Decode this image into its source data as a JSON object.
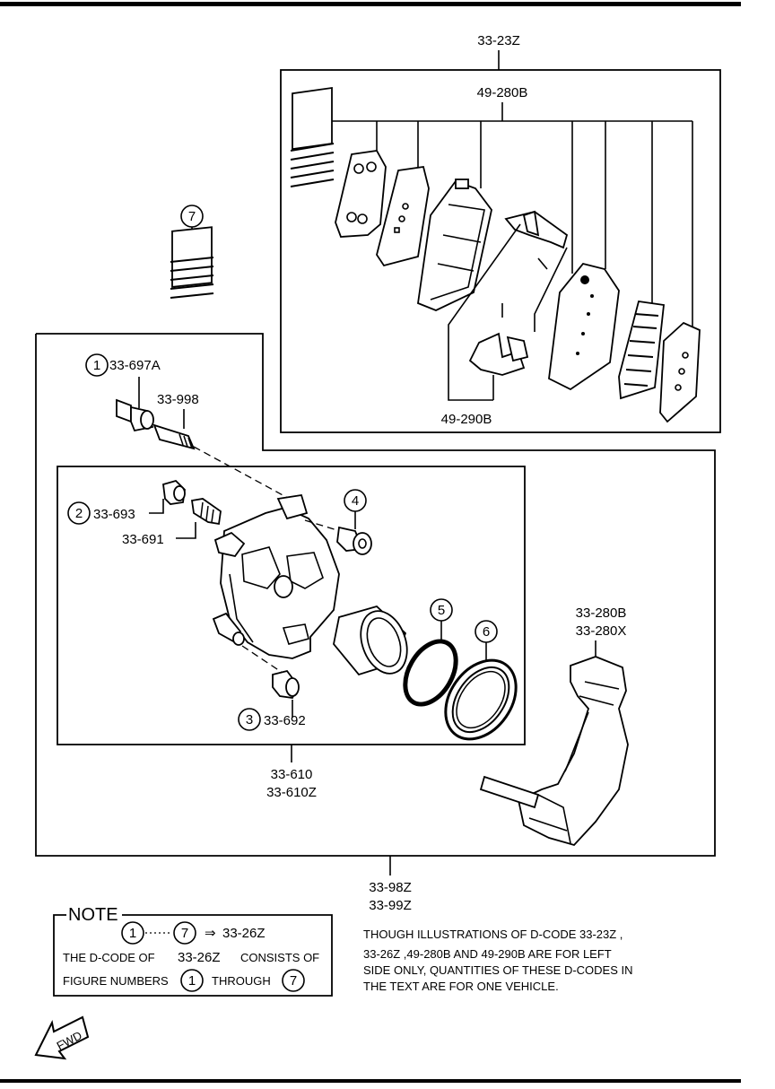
{
  "labels": {
    "top_kit": "33-23Z",
    "pads": "49-280B",
    "shims": "49-290B",
    "guide_pin_bushing": "33-697A",
    "guide_pin": "33-998",
    "bleeder_cap": "33-693",
    "bleeder_screw": "33-691",
    "lock_bushing": "33-692",
    "caliper_1": "33-610",
    "caliper_2": "33-610Z",
    "bracket_1": "33-280B",
    "bracket_2": "33-280X",
    "assembly_1": "33-98Z",
    "assembly_2": "33-99Z"
  },
  "callouts": {
    "c1": "1",
    "c2": "2",
    "c3": "3",
    "c4": "4",
    "c5": "5",
    "c6": "6",
    "c7": "7"
  },
  "note": {
    "title": "NOTE",
    "from": "1",
    "to": "7",
    "arrow": "⇒",
    "code": "33-26Z",
    "line2_a": "THE D-CODE OF",
    "line2_code": "33-26Z",
    "line2_b": "CONSISTS OF",
    "line3_a": "FIGURE NUMBERS",
    "line3_from": "1",
    "line3_mid": "THROUGH",
    "line3_to": "7"
  },
  "side_note": {
    "line1": "THOUGH ILLUSTRATIONS OF D-CODE 33-23Z ,",
    "line2": "33-26Z ,49-280B AND 49-290B ARE FOR LEFT",
    "line3": "SIDE ONLY, QUANTITIES OF THESE D-CODES IN",
    "line4": "THE TEXT ARE FOR ONE VEHICLE."
  },
  "fwd": "FWD"
}
